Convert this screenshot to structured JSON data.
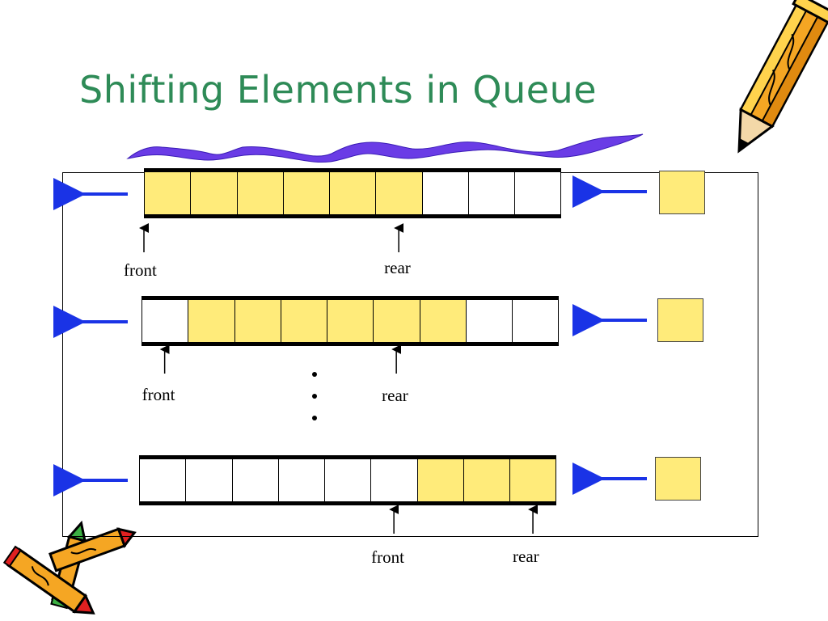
{
  "slide": {
    "title": "Shifting Elements in Queue"
  },
  "colors": {
    "title": "#2e8b57",
    "filled_cell": "#ffeb7a",
    "arrow": "#1a33e6",
    "squiggle": "#6a3ce6"
  },
  "queues": [
    {
      "cells": [
        "filled",
        "filled",
        "filled",
        "filled",
        "filled",
        "filled",
        "empty",
        "empty",
        "empty"
      ],
      "front_label": "front",
      "rear_label": "rear",
      "front_index": 0,
      "rear_index": 5
    },
    {
      "cells": [
        "empty",
        "filled",
        "filled",
        "filled",
        "filled",
        "filled",
        "filled",
        "empty",
        "empty"
      ],
      "front_label": "front",
      "rear_label": "rear",
      "front_index": 0,
      "rear_index": 5
    },
    {
      "cells": [
        "empty",
        "empty",
        "empty",
        "empty",
        "empty",
        "empty",
        "filled",
        "filled",
        "filled"
      ],
      "front_label": "front",
      "rear_label": "rear",
      "front_index": 5,
      "rear_index": 8
    }
  ],
  "icons": [
    "pencil-icon",
    "crayons-icon",
    "left-arrow-icon"
  ]
}
